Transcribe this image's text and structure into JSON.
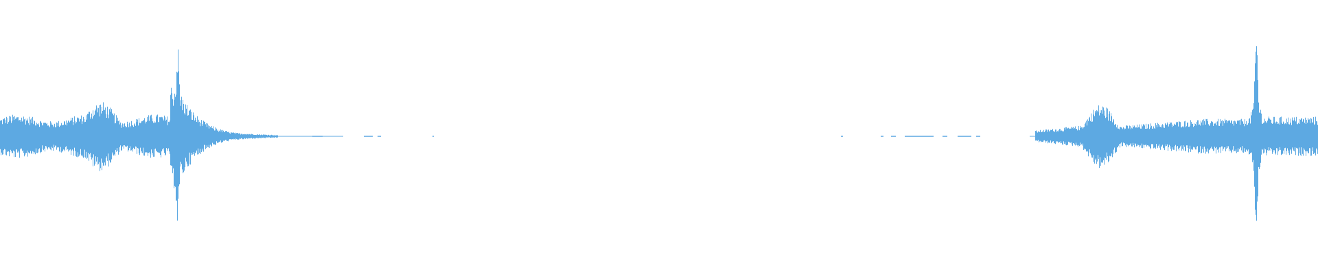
{
  "waveform": {
    "color": "#5DA9E2",
    "shape": "symmetric audio amplitude envelope around a horizontal center line",
    "events": [
      {
        "kind": "sustained-noise",
        "from": 0.0,
        "to": 0.135,
        "amplitude": 0.28
      },
      {
        "kind": "swell",
        "at": 0.077,
        "amplitude": 0.45
      },
      {
        "kind": "transient",
        "at": 0.134,
        "amplitude": 0.82
      },
      {
        "kind": "decay",
        "from": 0.134,
        "to": 0.23
      },
      {
        "kind": "silence-with-dashes",
        "from": 0.23,
        "to": 0.78
      },
      {
        "kind": "fade-in",
        "from": 0.785,
        "to": 0.835
      },
      {
        "kind": "swell",
        "at": 0.835,
        "amplitude": 0.45
      },
      {
        "kind": "sustained-noise",
        "from": 0.86,
        "to": 1.0,
        "amplitude": 0.25
      },
      {
        "kind": "transient",
        "at": 0.953,
        "amplitude": 0.98
      }
    ]
  }
}
